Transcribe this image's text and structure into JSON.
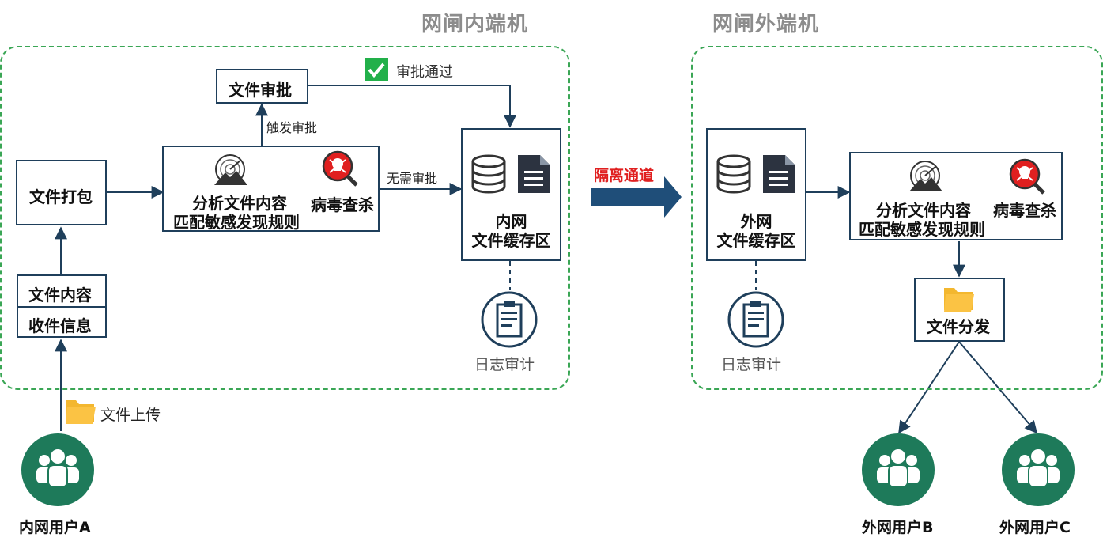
{
  "zones": {
    "inner_title": "网闸内端机",
    "outer_title": "网闸外端机"
  },
  "inner": {
    "approval": "文件审批",
    "approved": "审批通过",
    "trigger": "触发审批",
    "no_approval": "无需审批",
    "pack": "文件打包",
    "analyze_line1": "分析文件内容",
    "analyze_line2": "匹配敏感发现规则",
    "virus": "病毒查杀",
    "content": "文件内容",
    "recipient": "收件信息",
    "cache_line1": "内网",
    "cache_line2": "文件缓存区",
    "log": "日志审计",
    "upload": "文件上传",
    "user": "内网用户A"
  },
  "channel": "隔离通道",
  "outer": {
    "cache_line1": "外网",
    "cache_line2": "文件缓存区",
    "log": "日志审计",
    "analyze_line1": "分析文件内容",
    "analyze_line2": "匹配敏感发现规则",
    "virus": "病毒查杀",
    "distribute": "文件分发",
    "user_b": "外网用户B",
    "user_c": "外网用户C"
  },
  "colors": {
    "zone_border": "#3aa655",
    "box_border": "#1f3f5b",
    "arrow": "#1f3f5b",
    "user_green": "#1e7a5a",
    "channel_red": "#e02020",
    "title_gray": "#8c8c8c"
  }
}
